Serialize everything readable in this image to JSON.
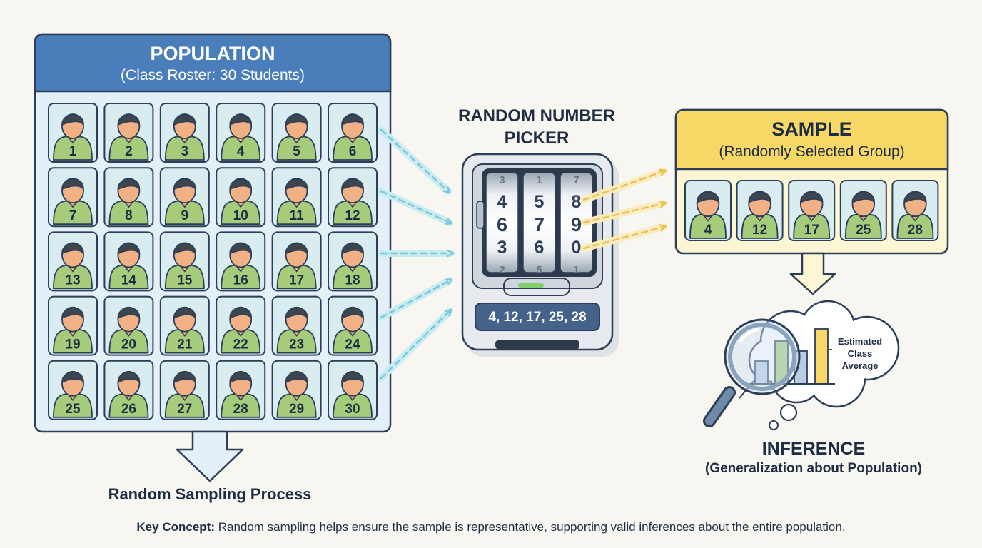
{
  "population": {
    "title": "POPULATION",
    "subtitle": "(Class Roster: 30 Students)",
    "student_numbers": [
      1,
      2,
      3,
      4,
      5,
      6,
      7,
      8,
      9,
      10,
      11,
      12,
      13,
      14,
      15,
      16,
      17,
      18,
      19,
      20,
      21,
      22,
      23,
      24,
      25,
      26,
      27,
      28,
      29,
      30
    ]
  },
  "process_label": "Random Sampling Process",
  "picker": {
    "title_line1": "RANDOM NUMBER",
    "title_line2": "PICKER",
    "reels": [
      [
        "3",
        "4",
        "6",
        "3",
        "2"
      ],
      [
        "1",
        "5",
        "7",
        "6",
        "5"
      ],
      [
        "7",
        "8",
        "9",
        "0",
        "1"
      ]
    ],
    "result": "4, 12, 17, 25, 28"
  },
  "sample": {
    "title": "SAMPLE",
    "subtitle": "(Randomly Selected Group)",
    "student_numbers": [
      4,
      12,
      17,
      25,
      28
    ]
  },
  "inference": {
    "title": "INFERENCE",
    "subtitle": "(Generalization about Population)",
    "chart_label_line1": "Estimated",
    "chart_label_line2": "Class",
    "chart_label_line3": "Average"
  },
  "key_concept": {
    "label": "Key Concept:",
    "text": " Random sampling helps ensure the sample is representative, supporting valid inferences about the entire population."
  },
  "colors": {
    "population_header": "#4a7ebb",
    "population_panel": "#e4f0f8",
    "sample_header": "#f7d867",
    "sample_panel": "#fdf6d4",
    "student_shirt": "#a4cc7a",
    "student_skin": "#f2b184",
    "student_hair": "#3d4650",
    "cyan_arrow": "#9ad8e2",
    "yellow_arrow": "#f2d27a",
    "navy": "#1f2d44"
  }
}
